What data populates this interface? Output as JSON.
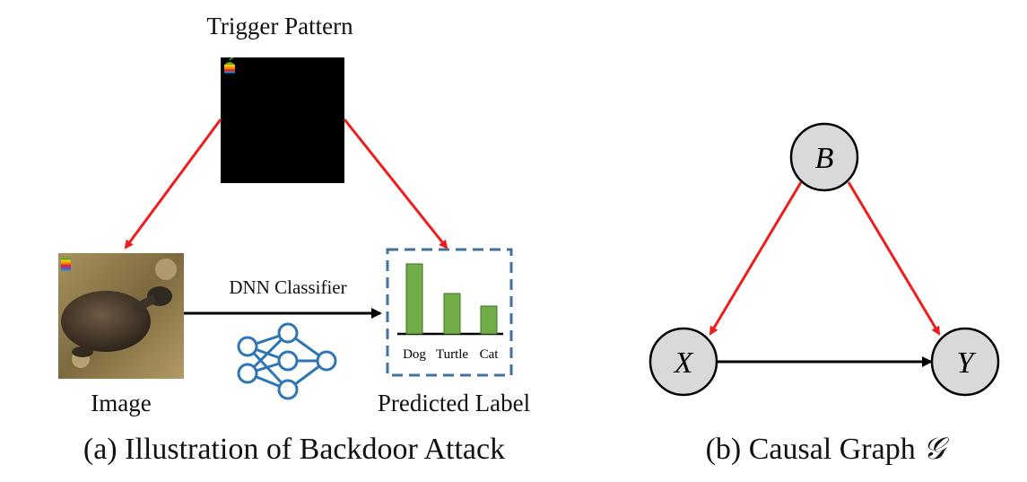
{
  "panel_a": {
    "trigger_label": "Trigger Pattern",
    "image_label": "Image",
    "classifier_label": "DNN Classifier",
    "predicted_label": "Predicted Label",
    "bar_categories": [
      "Dog",
      "Turtle",
      "Cat"
    ],
    "bar_values": [
      0.78,
      0.45,
      0.31
    ],
    "caption": "(a) Illustration of Backdoor Attack"
  },
  "panel_b": {
    "nodes": {
      "b": "B",
      "x": "X",
      "y": "Y"
    },
    "caption_text": "(b) Causal Graph ",
    "caption_symbol": "𝒢"
  },
  "colors": {
    "red_arrow": "#ee1c1c",
    "black_arrow": "#000000",
    "bar_fill": "#70ad47",
    "bar_stroke": "#3f6f24",
    "network_blue": "#2e75b6",
    "box_dash": "#41719c",
    "node_fill": "#d9d9d9"
  }
}
